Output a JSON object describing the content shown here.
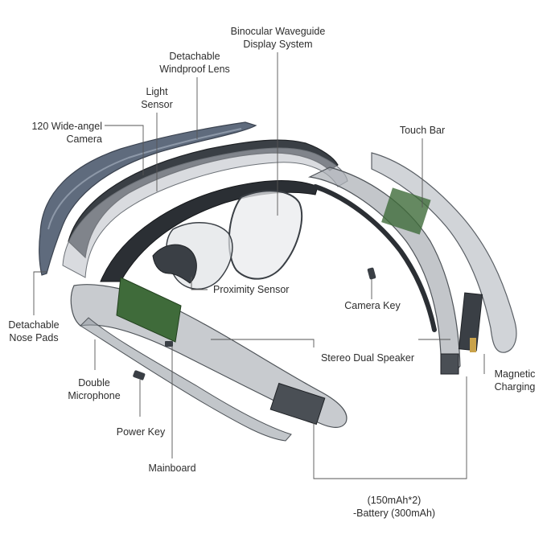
{
  "colors": {
    "frame_dark": "#2b2f34",
    "frame_shell": "#9aa0a6",
    "lens_blue": "#5f6b7d",
    "pcb_green": "#3f6b3a",
    "leader_line": "#555555",
    "text": "#2d2d2d"
  },
  "labels": {
    "waveguide": [
      "Binocular Waveguide",
      "Display System"
    ],
    "windproof": [
      "Detachable",
      "Windproof Lens"
    ],
    "light_sensor": [
      "Light",
      "Sensor"
    ],
    "camera": [
      "120 Wide-angel",
      "Camera"
    ],
    "touch_bar": [
      "Touch Bar"
    ],
    "proximity": [
      "Proximity Sensor"
    ],
    "camera_key": [
      "Camera Key"
    ],
    "nose_pads": [
      "Detachable",
      "Nose Pads"
    ],
    "speaker": [
      "Stereo Dual Speaker"
    ],
    "magnetic": [
      "Magnetic",
      "Charging"
    ],
    "microphone": [
      "Double",
      "Microphone"
    ],
    "power_key": [
      "Power Key"
    ],
    "mainboard": [
      "Mainboard"
    ],
    "battery": [
      "(150mAh*2)",
      "-Battery (300mAh)"
    ]
  }
}
